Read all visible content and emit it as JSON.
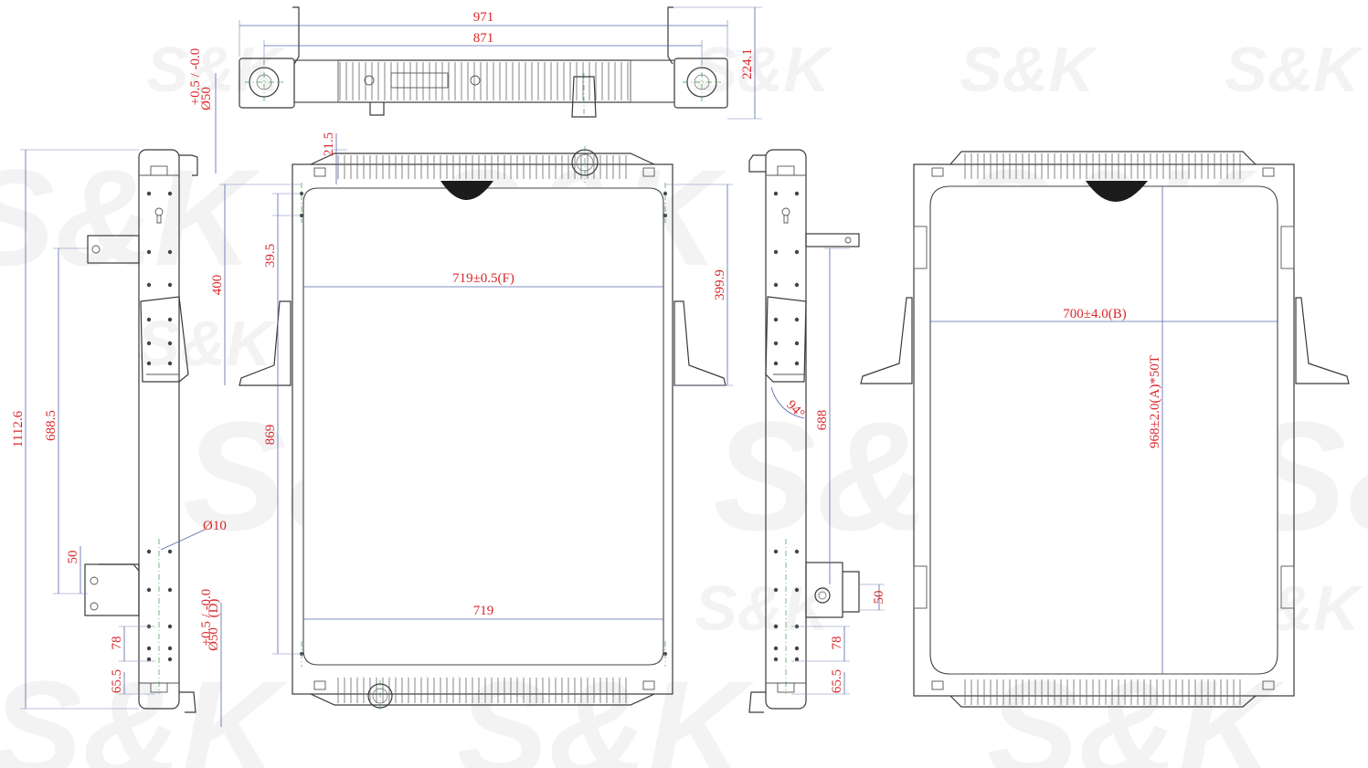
{
  "watermark": "S&K",
  "dimensions": {
    "overall_width": "971",
    "bracket_span": "871",
    "overall_depth": "224.1",
    "outlet_diameter_top": "Ø50",
    "outlet_tol_top": "+0.5 / -0.0",
    "side_total_height": "1112.6",
    "side_mount_height": "688.5",
    "hole_diameter": "Ø10",
    "side_low_spacing": "50",
    "outlet_diameter_d": "Ø50",
    "outlet_tol_d": "+0.5 / -0.0",
    "outlet_d_suffix": "(D)",
    "side_offset_78": "78",
    "side_offset_65": "65.5",
    "front_top_offset": "21.5",
    "front_left_400": "400",
    "front_left_39": "39.5",
    "front_left_869": "869",
    "front_core_width": "719±0.5(F)",
    "front_core_width_bottom": "719",
    "front_right_399": "399.9",
    "side2_angle": "94°",
    "side2_height": "688",
    "side2_spacing": "50",
    "side2_offset_78": "78",
    "side2_offset_65": "65.5",
    "rear_core_width": "700±4.0(B)",
    "rear_core_height": "968±2.0(A)*50T"
  }
}
